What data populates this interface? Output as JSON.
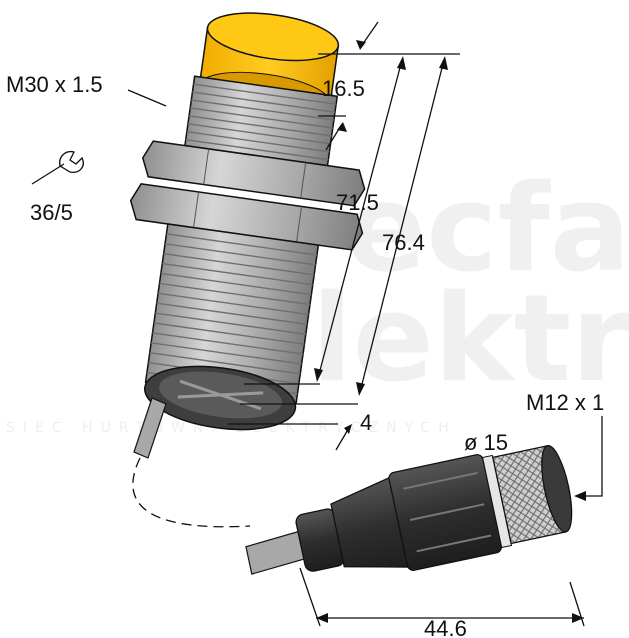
{
  "labels": {
    "thread_main": "M30 x 1.5",
    "wrench_size": "36/5",
    "dim_16_5": "16.5",
    "dim_71_5": "71.5",
    "dim_76_4": "76.4",
    "dim_4": "4",
    "connector_thread": "M12 x 1",
    "connector_diameter": "ø 15",
    "connector_length": "44.6"
  },
  "watermark": {
    "brand_top": "ecfa",
    "brand_bottom": "elektro",
    "tagline": "SIEĆ HURTOWNI ELEKTRYCZNYCH"
  },
  "colors": {
    "cap": "#f5b800",
    "metal": "#b4b4b4",
    "metal_dark": "#8a8a8a",
    "connector": "#3a3a3a",
    "outline": "#111111"
  },
  "icons": [
    "wrench-icon"
  ]
}
